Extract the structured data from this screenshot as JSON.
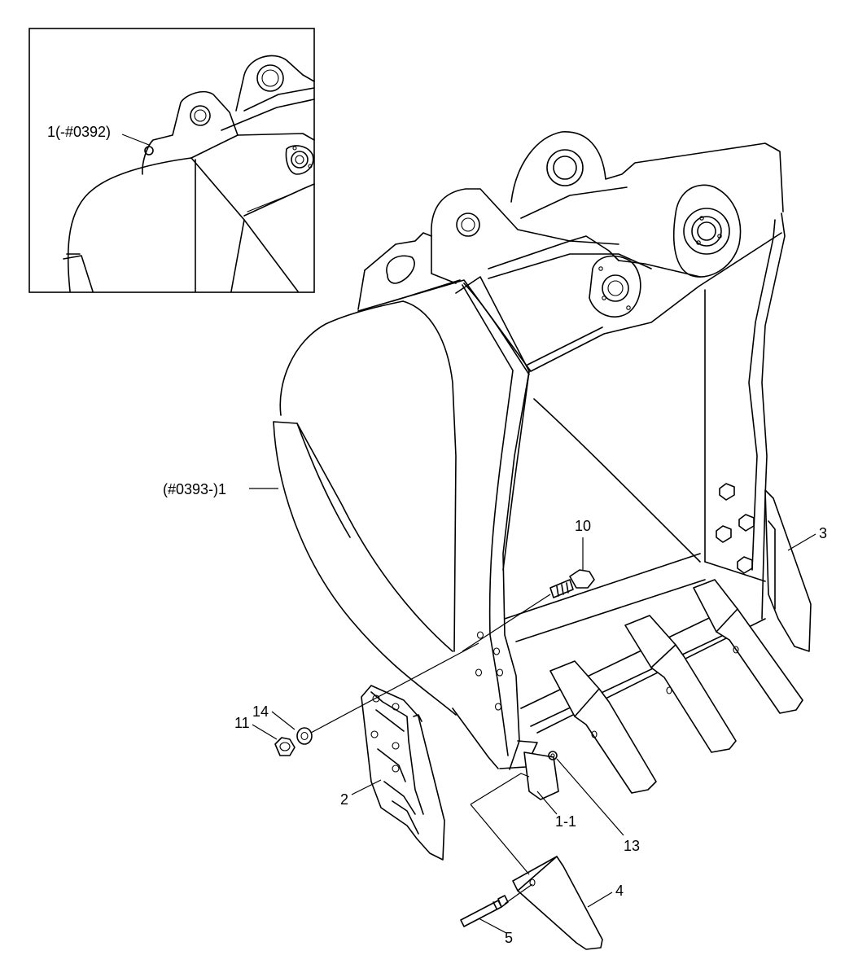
{
  "diagram": {
    "inset_label": "1(-#0392)",
    "callouts": {
      "main_body": "(#0393-)1",
      "bolt": "10",
      "side_cutter_right": "3",
      "washer": "14",
      "nut": "11",
      "side_cutter_left": "2",
      "adapter": "1-1",
      "pin_lock": "13",
      "tooth": "4",
      "pin": "5"
    }
  }
}
